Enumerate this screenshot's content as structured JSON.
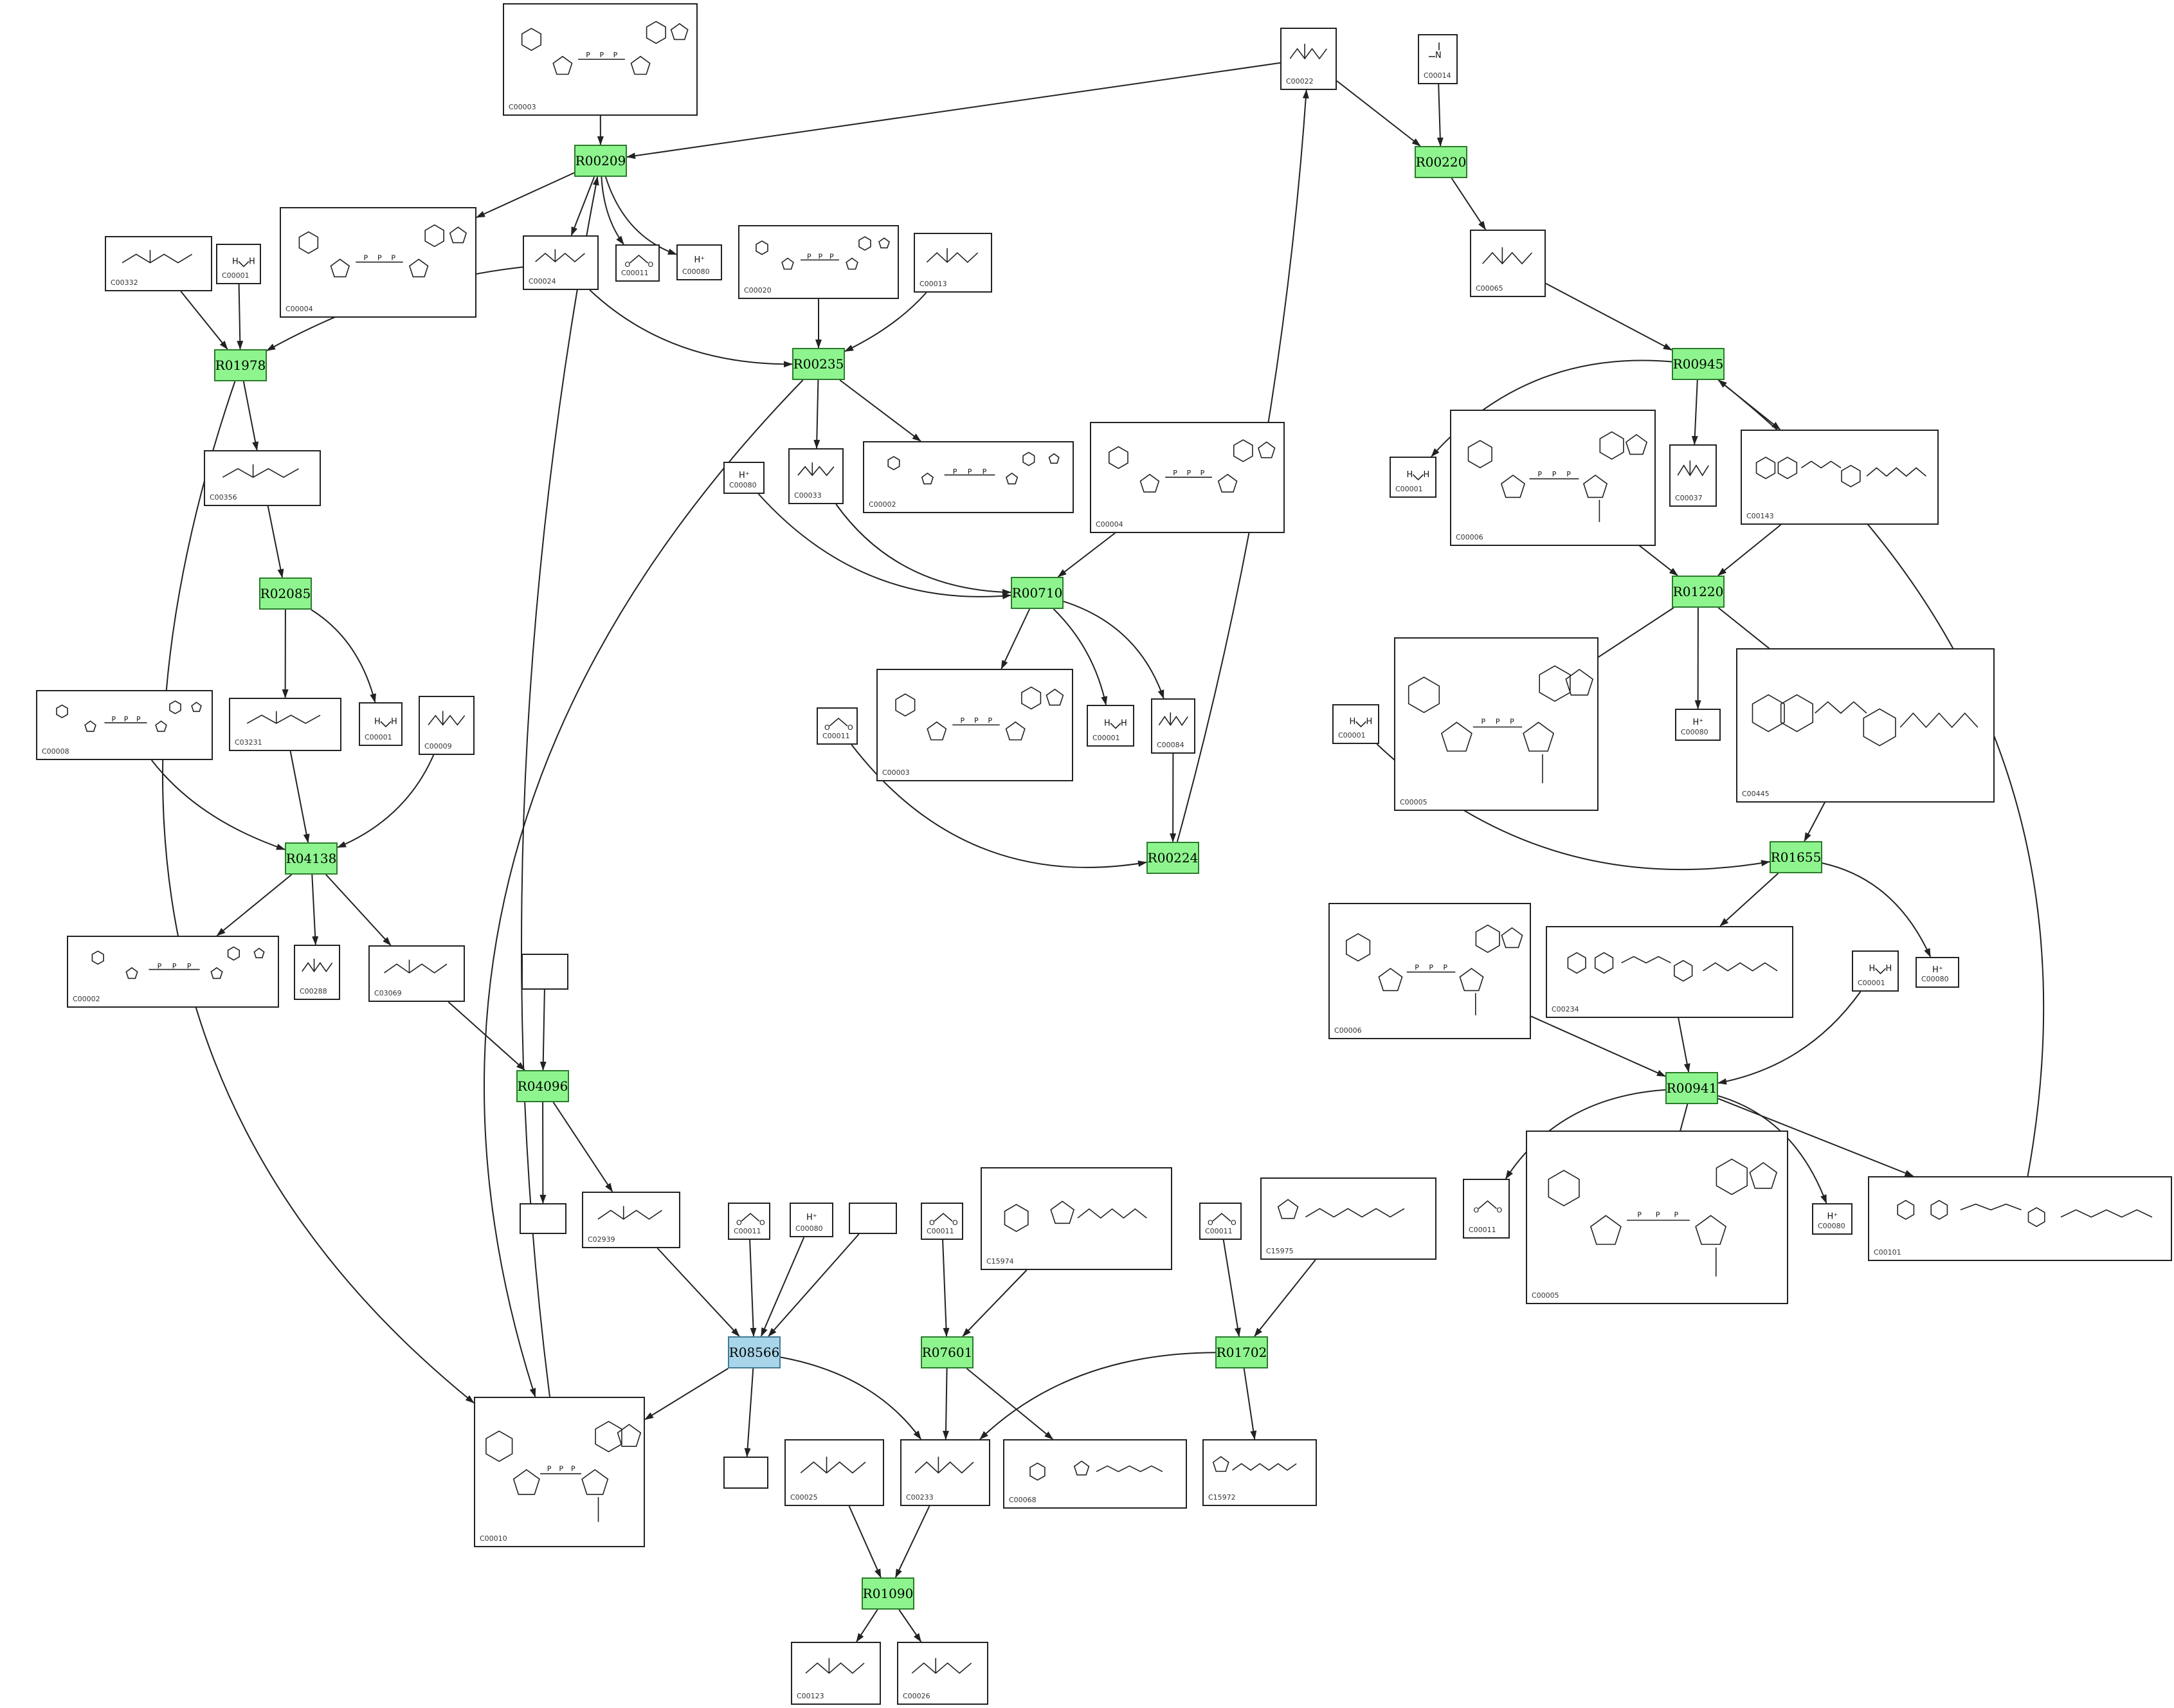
{
  "colors": {
    "reaction_fill": "#8ef58e",
    "reaction_alt_fill": "#a8d5ea",
    "edge": "#222222",
    "box_border": "#222222"
  },
  "reactions": [
    {
      "id": "R00209",
      "variant": "normal"
    },
    {
      "id": "R00220",
      "variant": "normal"
    },
    {
      "id": "R01978",
      "variant": "normal"
    },
    {
      "id": "R00235",
      "variant": "normal"
    },
    {
      "id": "R00945",
      "variant": "normal"
    },
    {
      "id": "R02085",
      "variant": "normal"
    },
    {
      "id": "R00710",
      "variant": "normal"
    },
    {
      "id": "R01220",
      "variant": "normal"
    },
    {
      "id": "R04138",
      "variant": "normal"
    },
    {
      "id": "R00224",
      "variant": "normal"
    },
    {
      "id": "R01655",
      "variant": "normal"
    },
    {
      "id": "R04096",
      "variant": "normal"
    },
    {
      "id": "R00941",
      "variant": "normal"
    },
    {
      "id": "R08566",
      "variant": "alt"
    },
    {
      "id": "R07601",
      "variant": "normal"
    },
    {
      "id": "R01702",
      "variant": "normal"
    },
    {
      "id": "R01090",
      "variant": "normal"
    }
  ],
  "compounds": [
    {
      "key": "c00003_top",
      "label": "C00003",
      "mol": "nad"
    },
    {
      "key": "c00022",
      "label": "C00022",
      "mol": "pyruvate"
    },
    {
      "key": "c00014",
      "label": "C00014",
      "mol": "ammonia"
    },
    {
      "key": "c00004_top",
      "label": "C00004",
      "mol": "nadh"
    },
    {
      "key": "c00332",
      "label": "C00332",
      "mol": "acetoacetyl"
    },
    {
      "key": "c00001_a",
      "label": "C00001",
      "mol": "water"
    },
    {
      "key": "c00024",
      "label": "C00024",
      "mol": "acetylcoa"
    },
    {
      "key": "c00011_a",
      "label": "C00011",
      "mol": "co2"
    },
    {
      "key": "c00080_a",
      "label": "C00080",
      "mol": "proton"
    },
    {
      "key": "c00020",
      "label": "C00020",
      "mol": "amp"
    },
    {
      "key": "c00013",
      "label": "C00013",
      "mol": "ppi"
    },
    {
      "key": "c00065",
      "label": "C00065",
      "mol": "serine"
    },
    {
      "key": "c00356",
      "label": "C00356",
      "mol": "hmgcoa"
    },
    {
      "key": "c00080_b",
      "label": "C00080",
      "mol": "proton"
    },
    {
      "key": "c00033",
      "label": "C00033",
      "mol": "acetate"
    },
    {
      "key": "c00002_mid",
      "label": "C00002",
      "mol": "atp"
    },
    {
      "key": "c00004_mid",
      "label": "C00004",
      "mol": "nadh"
    },
    {
      "key": "c00001_b",
      "label": "C00001",
      "mol": "water"
    },
    {
      "key": "c00006_top",
      "label": "C00006",
      "mol": "nadp"
    },
    {
      "key": "c00037",
      "label": "C00037",
      "mol": "glycine"
    },
    {
      "key": "c00143",
      "label": "C00143",
      "mol": "methylenethf"
    },
    {
      "key": "c00008",
      "label": "C00008",
      "mol": "adp"
    },
    {
      "key": "c03231",
      "label": "C03231",
      "mol": "mgcoa"
    },
    {
      "key": "c00001_c",
      "label": "C00001",
      "mol": "water"
    },
    {
      "key": "c00009",
      "label": "C00009",
      "mol": "pi"
    },
    {
      "key": "c00003_mid",
      "label": "C00003",
      "mol": "nad"
    },
    {
      "key": "c00011_b",
      "label": "C00011",
      "mol": "co2"
    },
    {
      "key": "c00001_d",
      "label": "C00001",
      "mol": "water"
    },
    {
      "key": "c00084",
      "label": "C00084",
      "mol": "acetaldehyde"
    },
    {
      "key": "c00001_e",
      "label": "C00001",
      "mol": "water"
    },
    {
      "key": "c00005_top",
      "label": "C00005",
      "mol": "nadph"
    },
    {
      "key": "c00080_c",
      "label": "C00080",
      "mol": "proton"
    },
    {
      "key": "c00445",
      "label": "C00445",
      "mol": "methenylthf"
    },
    {
      "key": "c00002_low",
      "label": "C00002",
      "mol": "atp"
    },
    {
      "key": "c00288",
      "label": "C00288",
      "mol": "bicarbonate"
    },
    {
      "key": "c03069",
      "label": "C03069",
      "mol": "mccoa"
    },
    {
      "key": "empty_a",
      "label": "",
      "mol": "none"
    },
    {
      "key": "c00006_low",
      "label": "C00006",
      "mol": "nadp"
    },
    {
      "key": "c00234",
      "label": "C00234",
      "mol": "formylthf"
    },
    {
      "key": "c00001_f",
      "label": "C00001",
      "mol": "water"
    },
    {
      "key": "c00080_d",
      "label": "C00080",
      "mol": "proton"
    },
    {
      "key": "empty_b",
      "label": "",
      "mol": "none"
    },
    {
      "key": "c02939",
      "label": "C02939",
      "mol": "ivcoa"
    },
    {
      "key": "c00011_c",
      "label": "C00011",
      "mol": "co2"
    },
    {
      "key": "c00080_e",
      "label": "C00080",
      "mol": "proton"
    },
    {
      "key": "empty_c",
      "label": "",
      "mol": "none"
    },
    {
      "key": "c00011_d",
      "label": "C00011",
      "mol": "co2"
    },
    {
      "key": "c15974",
      "label": "C15974",
      "mol": "thpp"
    },
    {
      "key": "c00011_e",
      "label": "C00011",
      "mol": "co2"
    },
    {
      "key": "c15975",
      "label": "C15975",
      "mol": "lipoyl"
    },
    {
      "key": "c00011_f",
      "label": "C00011",
      "mol": "co2"
    },
    {
      "key": "c00005_low",
      "label": "C00005",
      "mol": "nadph"
    },
    {
      "key": "c00080_f",
      "label": "C00080",
      "mol": "proton"
    },
    {
      "key": "c00101",
      "label": "C00101",
      "mol": "thf"
    },
    {
      "key": "c00010",
      "label": "C00010",
      "mol": "coa"
    },
    {
      "key": "empty_d",
      "label": "",
      "mol": "none"
    },
    {
      "key": "c00025",
      "label": "C00025",
      "mol": "glutamate"
    },
    {
      "key": "c00233",
      "label": "C00233",
      "mol": "kic"
    },
    {
      "key": "c00068",
      "label": "C00068",
      "mol": "tpp"
    },
    {
      "key": "c15972",
      "label": "C15972",
      "mol": "lipoamide"
    },
    {
      "key": "c00123",
      "label": "C00123",
      "mol": "leucine"
    },
    {
      "key": "c00026",
      "label": "C00026",
      "mol": "akg"
    }
  ]
}
